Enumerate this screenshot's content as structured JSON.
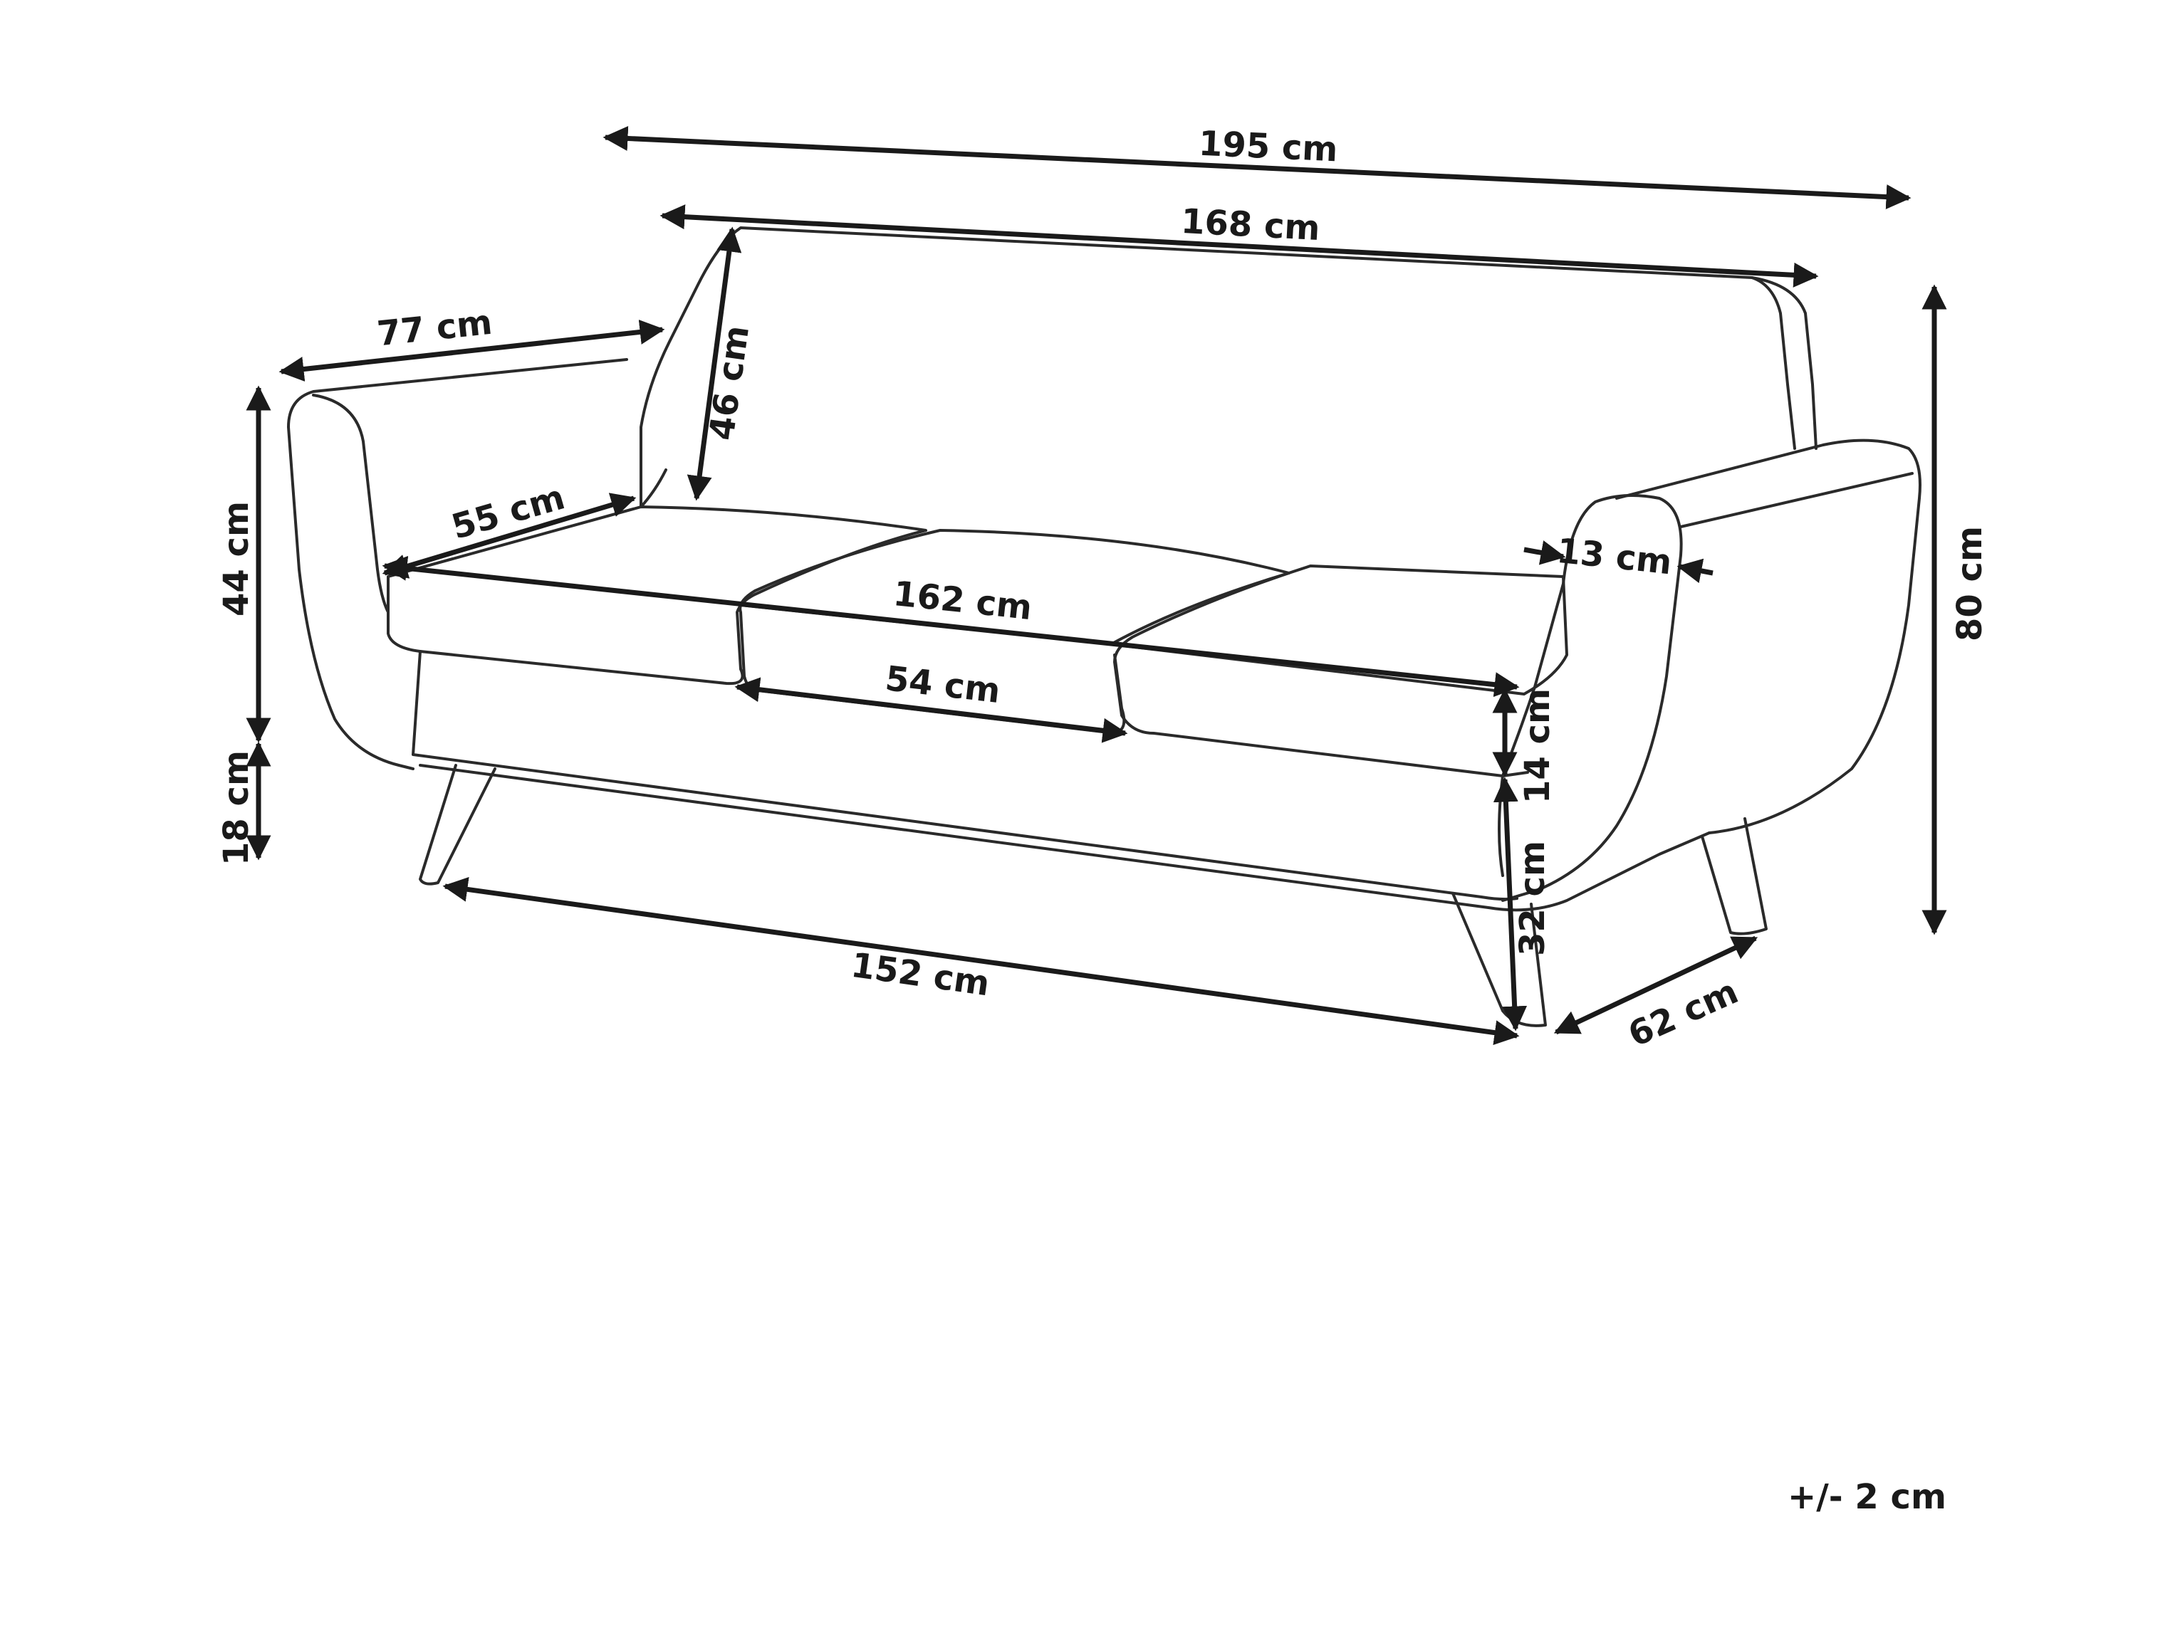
{
  "dimensions": {
    "overall_width": "195 cm",
    "backrest_width": "168 cm",
    "overall_depth": "77 cm",
    "backrest_height": "46 cm",
    "seat_depth": "55 cm",
    "armrest_height": "44 cm",
    "overall_height": "80 cm",
    "armrest_width": "13 cm",
    "seat_width": "162 cm",
    "cushion_width": "54 cm",
    "cushion_height": "14 cm",
    "leg_height": "18 cm",
    "seat_height": "32 cm",
    "leg_span_width": "152 cm",
    "leg_span_depth": "62 cm"
  },
  "tolerance": "+/- 2 cm"
}
